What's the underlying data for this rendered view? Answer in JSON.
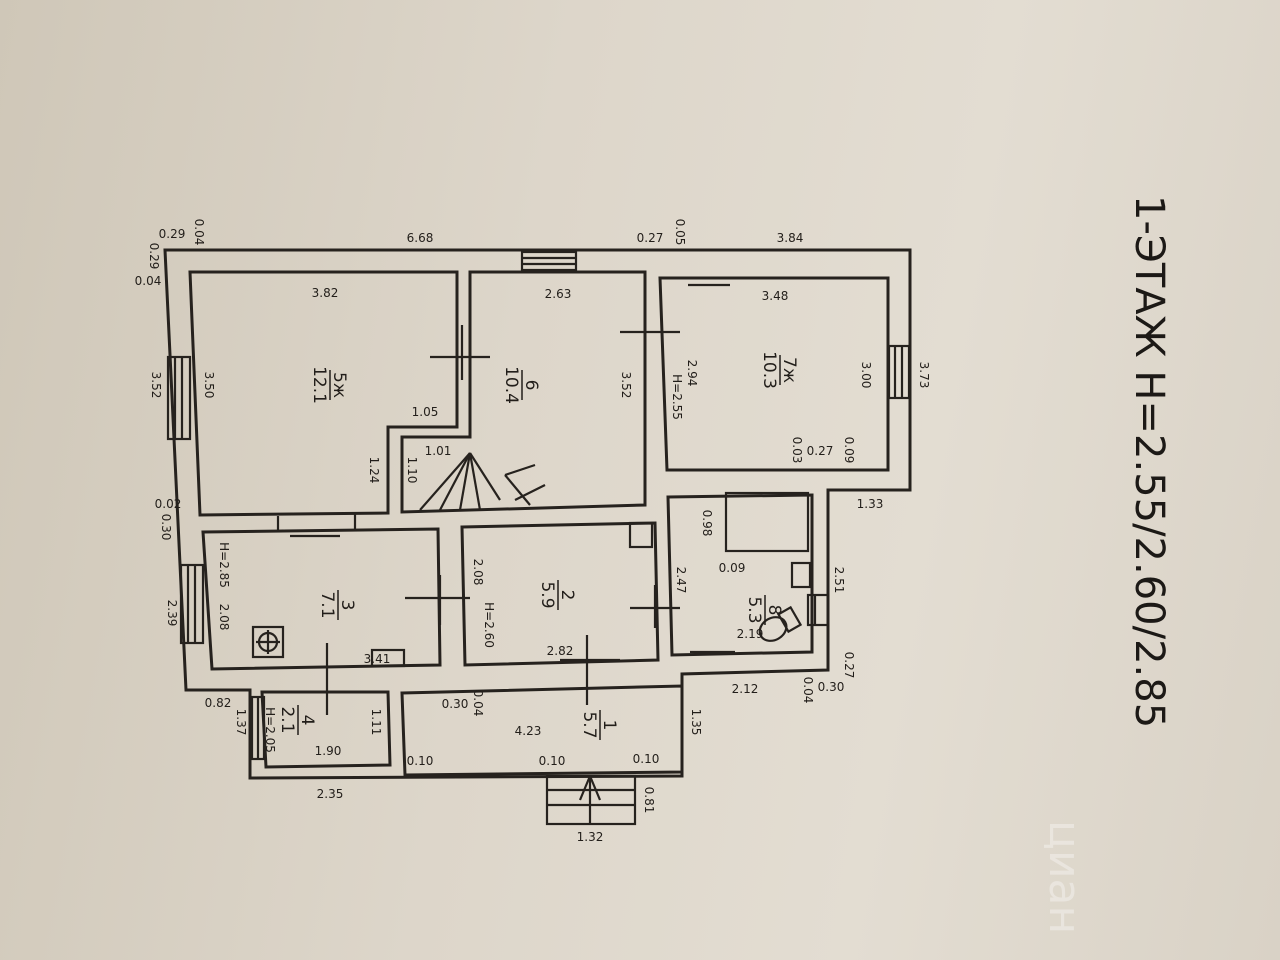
{
  "title": "1-ЭТАЖ Н=2.55/2.60/2.85",
  "watermark": "циан",
  "rooms": [
    {
      "number": "5ж",
      "area": "12.1"
    },
    {
      "number": "6",
      "area": "10.4"
    },
    {
      "number": "7ж",
      "area": "10.3"
    },
    {
      "number": "3",
      "area": "7.1"
    },
    {
      "number": "2",
      "area": "5.9"
    },
    {
      "number": "8",
      "area": "5.3"
    },
    {
      "number": "4",
      "area": "2.1"
    },
    {
      "number": "1",
      "area": "5.7"
    }
  ],
  "dimensions": [
    "0.29",
    "0.04",
    "6.68",
    "0.27",
    "0.05",
    "3.84",
    "0.29",
    "0.04",
    "3.82",
    "3.52",
    "3.50",
    "1.05",
    "1.24",
    "1.01",
    "1.10",
    "2.63",
    "3.52",
    "3.48",
    "2.94",
    "Н=2.55",
    "3.00",
    "3.73",
    "0.03",
    "0.27",
    "0.09",
    "1.33",
    "0.02",
    "0.30",
    "0.98",
    "0.09",
    "2.51",
    "2.47",
    "2.19",
    "Н=2.85",
    "2.08",
    "2.39",
    "2.08",
    "Н=2.60",
    "3.41",
    "2.82",
    "0.82",
    "1.37",
    "Н=2.05",
    "1.90",
    "1.11",
    "0.30",
    "0.04",
    "4.23",
    "1.35",
    "0.10",
    "0.10",
    "0.10",
    "0.81",
    "1.32",
    "2.35",
    "2.12",
    "0.27",
    "0.04",
    "0.30"
  ]
}
